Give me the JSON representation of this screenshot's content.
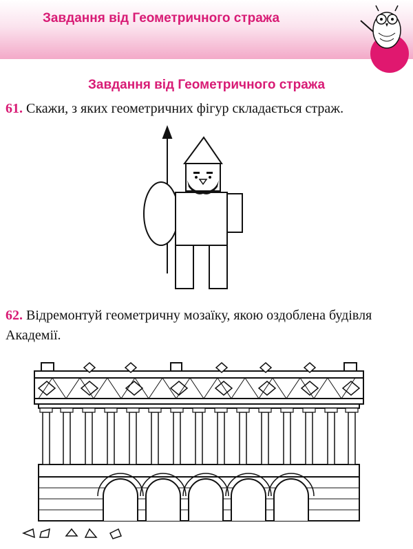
{
  "banner": {
    "title": "Завдання від Геометричного стража",
    "accent_color": "#d81b75",
    "mascot_icon": "owl-pointer-icon"
  },
  "section": {
    "title": "Завдання від Геометричного стража"
  },
  "tasks": [
    {
      "number": "61.",
      "text": "Скажи, з яких геометричних фігур складається страж."
    },
    {
      "number": "62.",
      "text": "Відремонтуй геометричну мозаїку, якою оздоблена будівля Академії."
    }
  ],
  "figures": {
    "guard": "guard-figure-illustration",
    "academy": "academy-building-illustration"
  }
}
